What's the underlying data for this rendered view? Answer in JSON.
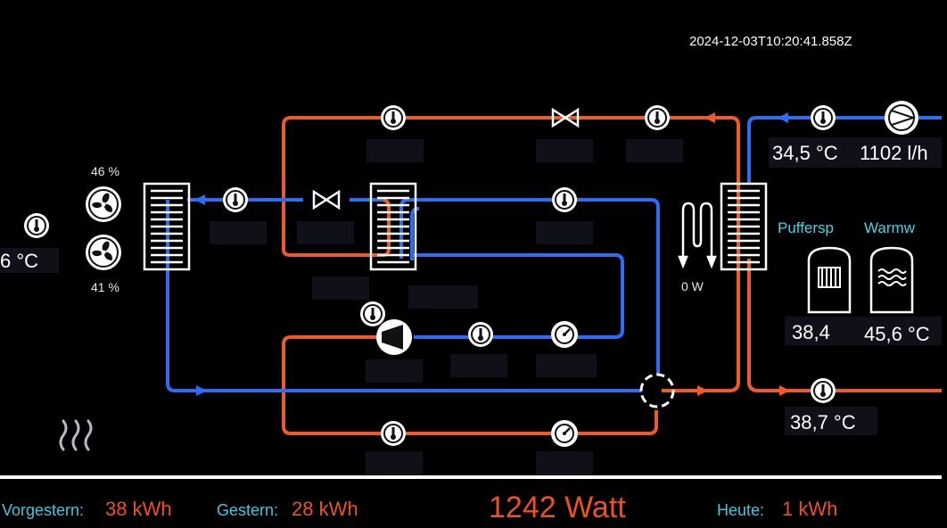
{
  "timestamp": "2024-12-03T10:20:41.858Z",
  "outside": {
    "temp": "6 °C"
  },
  "fans": {
    "top_pct": "46 %",
    "bottom_pct": "41 %"
  },
  "heater": {
    "power": "0 W"
  },
  "supply": {
    "temp": "34,5 °C",
    "flow": "1102 l/h"
  },
  "tanks": {
    "buffer": {
      "label": "Puffersp",
      "temp": "38,4"
    },
    "hotwater": {
      "label": "Warmw",
      "temp": "45,6 °C"
    }
  },
  "return": {
    "temp": "38,7 °C"
  },
  "footer": {
    "day_before_label": "Vorgestern:",
    "day_before_value": "38 kWh",
    "yesterday_label": "Gestern:",
    "yesterday_value": "28 kWh",
    "current_power": "1242 Watt",
    "today_label": "Heute:",
    "today_value": "1 kWh"
  },
  "colors": {
    "hot": "#ef5a2a",
    "cold": "#2f6cf5",
    "accent": "#3ec8dc"
  }
}
